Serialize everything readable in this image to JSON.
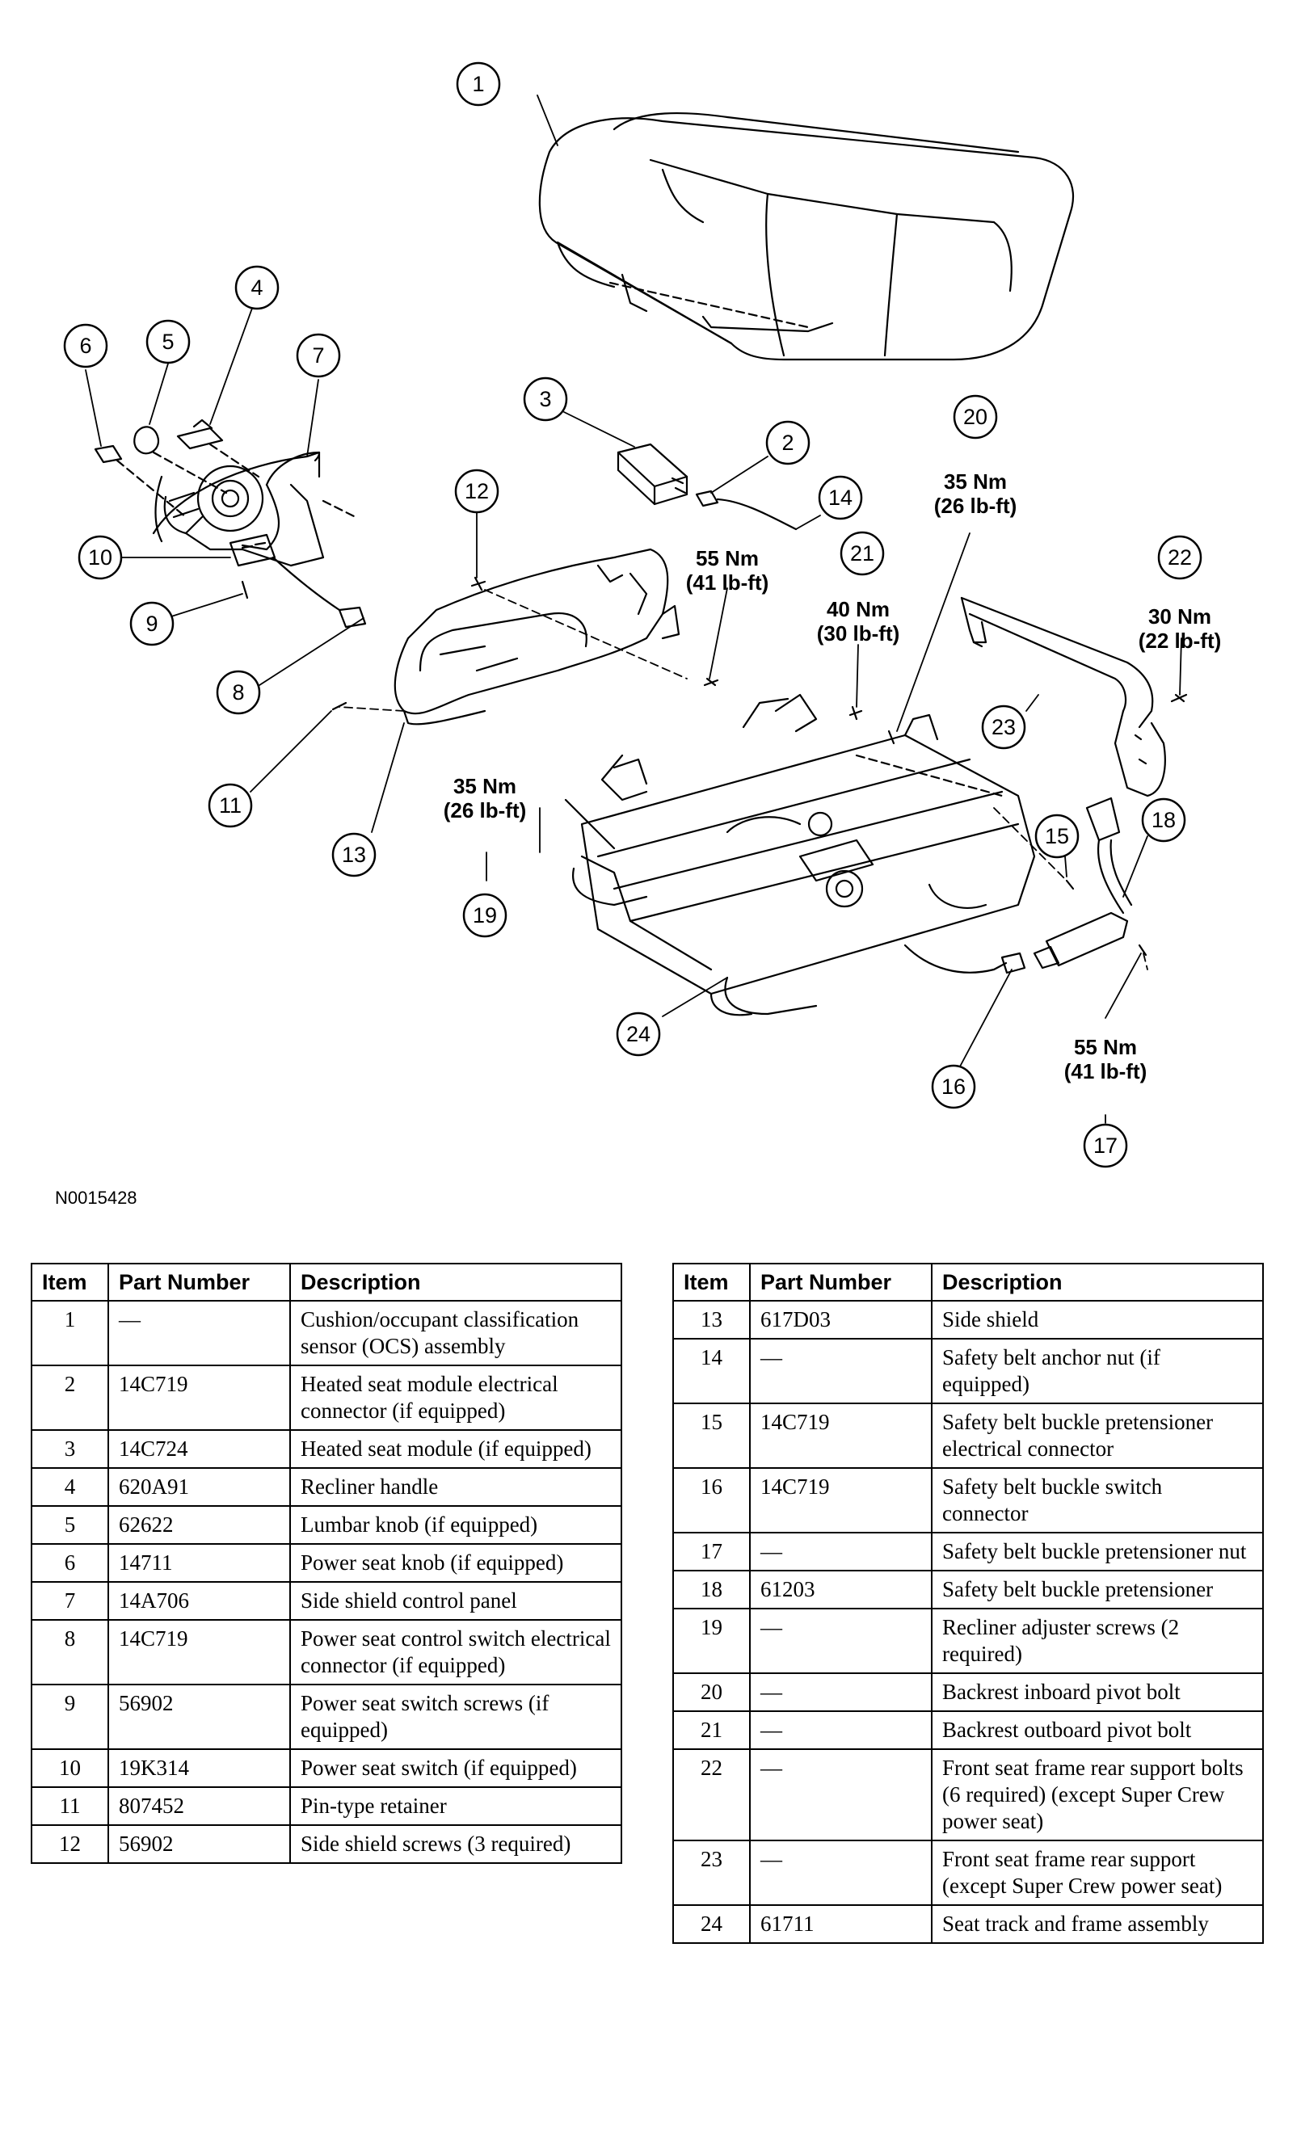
{
  "figure_id": "N0015428",
  "callouts": [
    "1",
    "2",
    "3",
    "4",
    "5",
    "6",
    "7",
    "8",
    "9",
    "10",
    "11",
    "12",
    "13",
    "14",
    "15",
    "16",
    "17",
    "18",
    "19",
    "20",
    "21",
    "22",
    "23",
    "24"
  ],
  "torque_specs": {
    "t20": [
      "35 Nm",
      "(26 lb-ft)"
    ],
    "t14": [
      "55 Nm",
      "(41 lb-ft)"
    ],
    "t21": [
      "40 Nm",
      "(30 lb-ft)"
    ],
    "t22": [
      "30 Nm",
      "(22 lb-ft)"
    ],
    "t19": [
      "35 Nm",
      "(26 lb-ft)"
    ],
    "t17": [
      "55 Nm",
      "(41 lb-ft)"
    ]
  },
  "table": {
    "headers": [
      "Item",
      "Part Number",
      "Description"
    ],
    "left_rows": [
      {
        "item": "1",
        "part": "—",
        "desc": "Cushion/occupant classification sensor (OCS) assembly"
      },
      {
        "item": "2",
        "part": "14C719",
        "desc": "Heated seat module electrical connector (if equipped)"
      },
      {
        "item": "3",
        "part": "14C724",
        "desc": "Heated seat module (if equipped)"
      },
      {
        "item": "4",
        "part": "620A91",
        "desc": "Recliner handle"
      },
      {
        "item": "5",
        "part": "62622",
        "desc": "Lumbar knob (if equipped)"
      },
      {
        "item": "6",
        "part": "14711",
        "desc": "Power seat knob (if equipped)"
      },
      {
        "item": "7",
        "part": "14A706",
        "desc": "Side shield control panel"
      },
      {
        "item": "8",
        "part": "14C719",
        "desc": "Power seat control switch electrical connector (if equipped)"
      },
      {
        "item": "9",
        "part": "56902",
        "desc": "Power seat switch screws (if equipped)"
      },
      {
        "item": "10",
        "part": "19K314",
        "desc": "Power seat switch (if equipped)"
      },
      {
        "item": "11",
        "part": "807452",
        "desc": "Pin-type retainer"
      },
      {
        "item": "12",
        "part": "56902",
        "desc": "Side shield screws (3 required)"
      }
    ],
    "right_rows": [
      {
        "item": "13",
        "part": "617D03",
        "desc": "Side shield"
      },
      {
        "item": "14",
        "part": "—",
        "desc": "Safety belt anchor nut (if equipped)"
      },
      {
        "item": "15",
        "part": "14C719",
        "desc": "Safety belt buckle pretensioner electrical connector"
      },
      {
        "item": "16",
        "part": "14C719",
        "desc": "Safety belt buckle switch connector"
      },
      {
        "item": "17",
        "part": "—",
        "desc": "Safety belt buckle pretensioner nut"
      },
      {
        "item": "18",
        "part": "61203",
        "desc": "Safety belt buckle pretensioner"
      },
      {
        "item": "19",
        "part": "—",
        "desc": "Recliner adjuster screws (2 required)"
      },
      {
        "item": "20",
        "part": "—",
        "desc": "Backrest inboard pivot bolt"
      },
      {
        "item": "21",
        "part": "—",
        "desc": "Backrest outboard pivot bolt"
      },
      {
        "item": "22",
        "part": "—",
        "desc": "Front seat frame rear support bolts (6 required) (except Super Crew power seat)"
      },
      {
        "item": "23",
        "part": "—",
        "desc": "Front seat frame rear support (except Super Crew power seat)"
      },
      {
        "item": "24",
        "part": "61711",
        "desc": "Seat track and frame assembly"
      }
    ]
  }
}
